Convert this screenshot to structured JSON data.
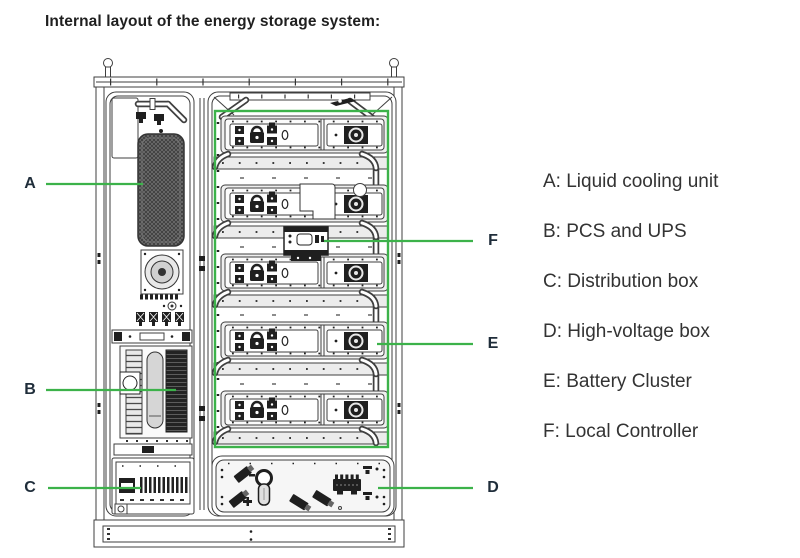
{
  "page": {
    "title": "Internal layout of the energy storage system:"
  },
  "diagram": {
    "callouts": {
      "a": "A",
      "b": "B",
      "c": "C",
      "d": "D",
      "e": "E",
      "f": "F"
    }
  },
  "legend": {
    "items": [
      {
        "label": "A: Liquid cooling unit"
      },
      {
        "label": "B: PCS and UPS"
      },
      {
        "label": "C: Distribution box"
      },
      {
        "label": "D: High-voltage box"
      },
      {
        "label": "E: Battery Cluster"
      },
      {
        "label": "F: Local Controller"
      }
    ]
  },
  "colors": {
    "accent_green": "#3cb24a",
    "callout_text": "#1f2d3a",
    "legend_text": "#333333",
    "title_text": "#1f1f1f",
    "drawing_line": "#3f3f3f"
  }
}
